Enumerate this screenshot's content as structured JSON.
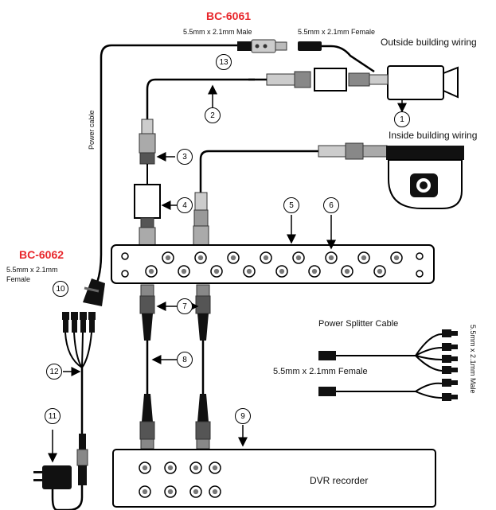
{
  "titles": {
    "bc6061": "BC-6061",
    "bc6062": "BC-6062"
  },
  "labels": {
    "male_top": "5.5mm x 2.1mm Male",
    "female_top": "5.5mm x 2.1mm Female",
    "outside": "Outside building wiring",
    "inside": "Inside building wiring",
    "power_cable": "Power cable",
    "female_left_1": "5.5mm x 2.1mm",
    "female_left_2": "Female",
    "splitter": "Power Splitter Cable",
    "splitter_female": "5.5mm x 2.1mm Female",
    "splitter_male": "5.5mm x 2.1mm Male",
    "dvr": "DVR recorder"
  },
  "callouts": [
    "1",
    "2",
    "3",
    "4",
    "5",
    "6",
    "7",
    "8",
    "9",
    "10",
    "11",
    "12",
    "13"
  ],
  "colors": {
    "accent": "#e8262b",
    "line": "#000000"
  }
}
